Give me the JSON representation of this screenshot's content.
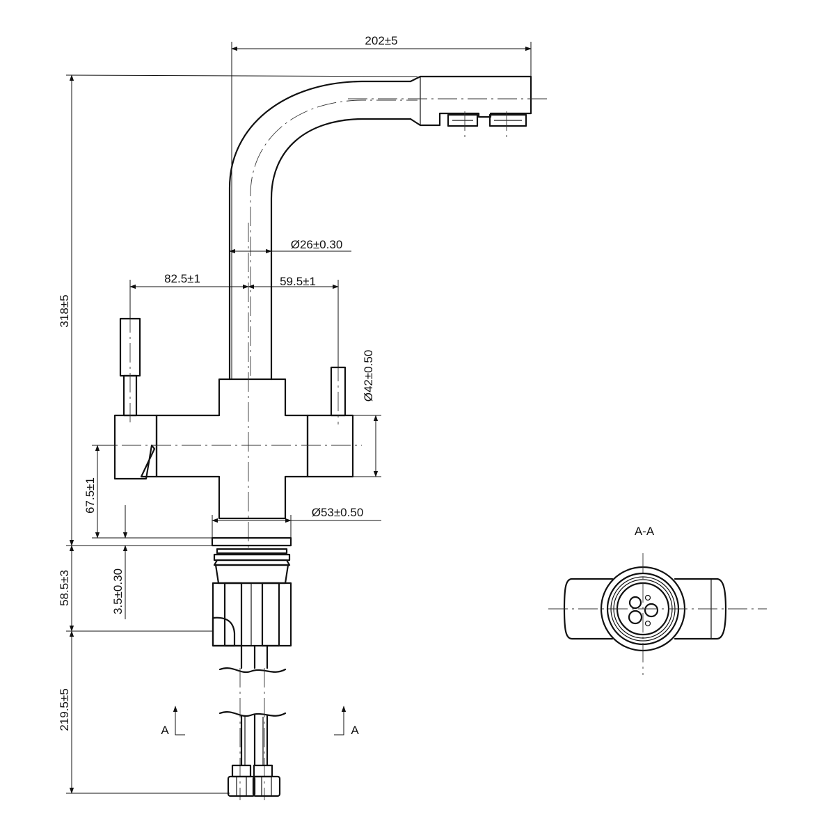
{
  "dimensions": {
    "spout_reach": "202±5",
    "spout_diameter": "Ø26±0.30",
    "left_handle_offset": "82.5±1",
    "right_handle_offset": "59.5±1",
    "side_diameter": "Ø42±0.50",
    "total_height": "318±5",
    "body_axis_height": "67.5±1",
    "base_diameter": "Ø53±0.50",
    "thread_length": "58.5±3",
    "washer_thickness": "3.5±0.30",
    "hose_length": "219.5±5"
  },
  "section": {
    "title": "A-A",
    "marker_left": "A",
    "marker_right": "A"
  }
}
